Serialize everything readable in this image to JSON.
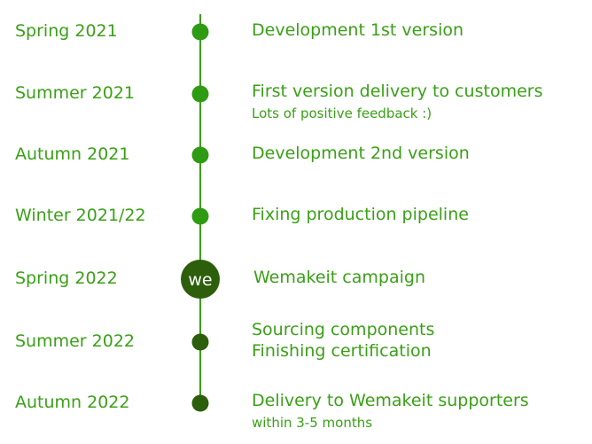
{
  "colors": {
    "text": "#3aa017",
    "line": "#3aa017",
    "dot_done": "#2f9b12",
    "dot_future": "#2d5e0c",
    "badge": "#2d5e0c"
  },
  "badge_label": "we",
  "milestones": [
    {
      "date": "Spring 2021",
      "title": "Development 1st version",
      "note": "",
      "status": "done"
    },
    {
      "date": "Summer 2021",
      "title": "First version delivery to customers",
      "note": "Lots of positive feedback :)",
      "status": "done"
    },
    {
      "date": "Autumn 2021",
      "title": "Development 2nd version",
      "note": "",
      "status": "done"
    },
    {
      "date": "Winter 2021/22",
      "title": "Fixing production pipeline",
      "note": "",
      "status": "done"
    },
    {
      "date": "Spring 2022",
      "title": "Wemakeit campaign",
      "note": "",
      "status": "current"
    },
    {
      "date": "Summer 2022",
      "title": "Sourcing components",
      "note": "Finishing certification",
      "status": "future"
    },
    {
      "date": "Autumn 2022",
      "title": "Delivery to Wemakeit supporters",
      "note": "within 3-5 months",
      "status": "future"
    }
  ]
}
